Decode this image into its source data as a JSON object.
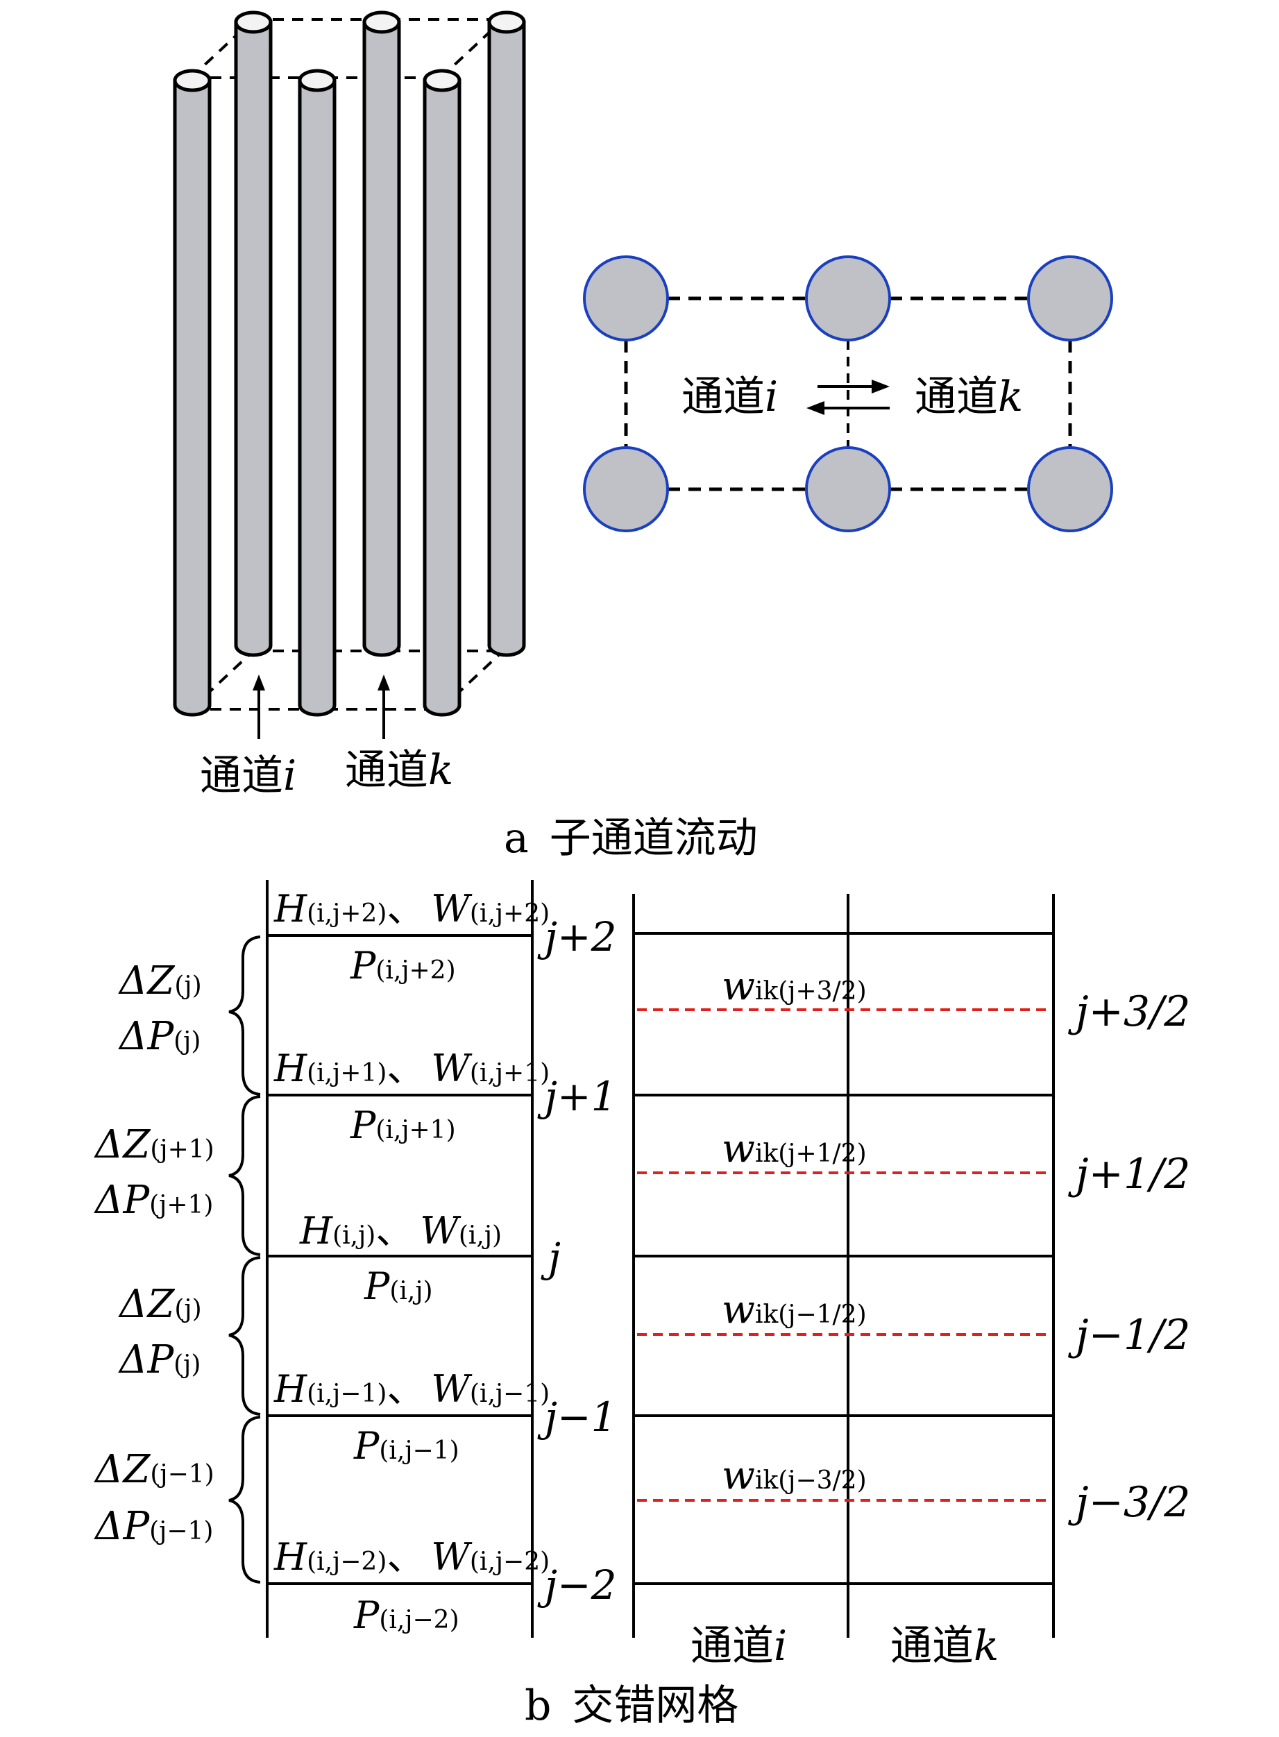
{
  "part_a": {
    "caption_letter": "a",
    "caption_text": "子通道流动",
    "channel_i_label": "通道",
    "channel_i_var": "i",
    "channel_k_label": "通道",
    "channel_k_var": "k",
    "cross_i_label": "通道",
    "cross_i_var": "i",
    "cross_k_label": "通道",
    "cross_k_var": "k"
  },
  "part_b": {
    "caption_letter": "b",
    "caption_text": "交错网格",
    "sep": "、",
    "nodes": [
      {
        "H": "H",
        "W": "W",
        "idx": "(i,j+2)",
        "P": "P",
        "Pidx": "(i,j+2)",
        "level": "j+2"
      },
      {
        "H": "H",
        "W": "W",
        "idx": "(i,j+1)",
        "P": "P",
        "Pidx": "(i,j+1)",
        "level": "j+1"
      },
      {
        "H": "H",
        "W": "W",
        "idx": "(i,j)",
        "P": "P",
        "Pidx": "(i,j)",
        "level": "j"
      },
      {
        "H": "H",
        "W": "W",
        "idx": "(i,j−1)",
        "P": "P",
        "Pidx": "(i,j−1)",
        "level": "j−1"
      },
      {
        "H": "H",
        "W": "W",
        "idx": "(i,j−2)",
        "P": "P",
        "Pidx": "(i,j−2)",
        "level": "j−2"
      }
    ],
    "deltas": [
      {
        "dz": "ΔZ",
        "dp": "ΔP",
        "sub": "(j)"
      },
      {
        "dz": "ΔZ",
        "dp": "ΔP",
        "sub": "(j+1)"
      },
      {
        "dz": "ΔZ",
        "dp": "ΔP",
        "sub": "(j)"
      },
      {
        "dz": "ΔZ",
        "dp": "ΔP",
        "sub": "(j−1)"
      }
    ],
    "crossflows": [
      {
        "w": "w",
        "sub": "ik(j+3/2)",
        "level": "j+3/2"
      },
      {
        "w": "w",
        "sub": "ik(j+1/2)",
        "level": "j+1/2"
      },
      {
        "w": "w",
        "sub": "ik(j−1/2)",
        "level": "j−1/2"
      },
      {
        "w": "w",
        "sub": "ik(j−3/2)",
        "level": "j−3/2"
      }
    ],
    "bottom_i_label": "通道",
    "bottom_i_var": "i",
    "bottom_k_label": "通道",
    "bottom_k_var": "k"
  },
  "colors": {
    "rod_fill": "#bfc1c6",
    "circle_fill": "#bfc1c6",
    "circle_stroke": "#1a3fbf",
    "crossflow_line": "#e0201b"
  }
}
